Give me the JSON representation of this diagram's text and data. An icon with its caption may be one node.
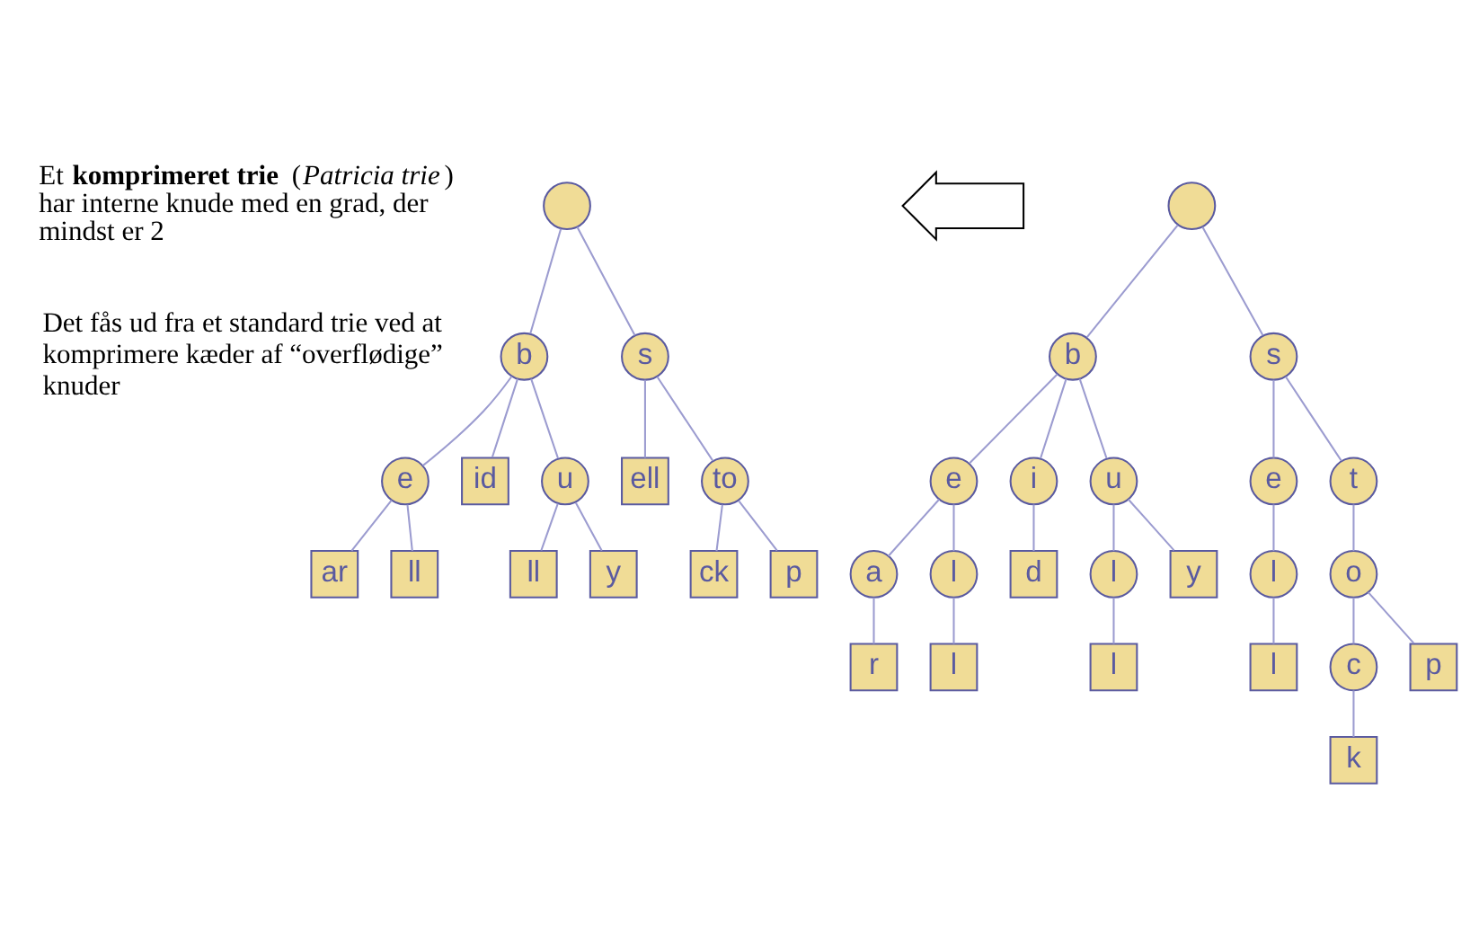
{
  "diagram": {
    "nodes": [
      {
        "text": [],
        "shape": "circle"
      },
      {
        "text": [
          "b"
        ]
      },
      {
        "text": [
          "s"
        ]
      },
      {
        "text": [
          "e"
        ]
      },
      {
        "text": [
          "id"
        ]
      },
      {
        "text": [
          "u"
        ]
      },
      {
        "text": [
          "ell"
        ]
      },
      {
        "text": [
          "to"
        ]
      },
      {
        "text": [
          "ar"
        ]
      },
      {
        "text": [
          "ll"
        ]
      },
      {
        "text": [
          "ll"
        ]
      },
      {
        "text": [
          "y"
        ]
      },
      {
        "text": [
          "ck"
        ]
      },
      {
        "text": [
          "p"
        ]
      },
      {
        "text": [],
        "shape": "circle"
      },
      {
        "text": [
          "b"
        ]
      },
      {
        "text": [
          "s"
        ]
      },
      {
        "text": [
          "e"
        ]
      },
      {
        "text": [
          "i"
        ]
      },
      {
        "text": [
          "u"
        ]
      },
      {
        "text": [
          "e"
        ]
      },
      {
        "text": [
          "t"
        ]
      },
      {
        "text": [
          "a"
        ]
      },
      {
        "text": [
          "l"
        ]
      },
      {
        "text": [
          "d"
        ]
      },
      {
        "text": [
          "l"
        ]
      },
      {
        "text": [
          "y"
        ]
      },
      {
        "text": [
          "l"
        ]
      },
      {
        "text": [
          "o"
        ]
      },
      {
        "text": [
          "r"
        ]
      },
      {
        "text": [
          "l"
        ]
      },
      {
        "text": [
          "l"
        ]
      },
      {
        "text": [
          "l"
        ]
      },
      {
        "text": [
          "c"
        ]
      },
      {
        "text": [
          "p"
        ]
      },
      {
        "text": [
          "k"
        ]
      },
      {
        "text": [],
        "shape": "arrow"
      }
    ],
    "edges": [
      {
        "from": 0,
        "to": 1,
        "arrow": "none"
      },
      {
        "from": 0,
        "to": 2,
        "arrow": "none"
      },
      {
        "from": 1,
        "to": 3,
        "arrow": "none"
      },
      {
        "from": 1,
        "to": 4,
        "arrow": "none"
      },
      {
        "from": 1,
        "to": 5,
        "arrow": "none"
      },
      {
        "from": 2,
        "to": 6,
        "arrow": "none"
      },
      {
        "from": 2,
        "to": 7,
        "arrow": "none"
      },
      {
        "from": 3,
        "to": 8,
        "arrow": "none"
      },
      {
        "from": 3,
        "to": 9,
        "arrow": "none"
      },
      {
        "from": 5,
        "to": 10,
        "arrow": "none"
      },
      {
        "from": 5,
        "to": 11,
        "arrow": "none"
      },
      {
        "from": 7,
        "to": 12,
        "arrow": "none"
      },
      {
        "from": 7,
        "to": 13,
        "arrow": "none"
      },
      {
        "from": 14,
        "to": 15,
        "arrow": "none"
      },
      {
        "from": 14,
        "to": 16,
        "arrow": "none"
      },
      {
        "from": 15,
        "to": 17,
        "arrow": "none"
      },
      {
        "from": 15,
        "to": 18,
        "arrow": "none"
      },
      {
        "from": 15,
        "to": 19,
        "arrow": "none"
      },
      {
        "from": 16,
        "to": 20,
        "arrow": "none"
      },
      {
        "from": 16,
        "to": 21,
        "arrow": "none"
      },
      {
        "from": 17,
        "to": 22,
        "arrow": "none"
      },
      {
        "from": 17,
        "to": 23,
        "arrow": "none"
      },
      {
        "from": 18,
        "to": 24,
        "arrow": "none"
      },
      {
        "from": 19,
        "to": 25,
        "arrow": "none"
      },
      {
        "from": 19,
        "to": 26,
        "arrow": "none"
      },
      {
        "from": 20,
        "to": 27,
        "arrow": "none"
      },
      {
        "from": 21,
        "to": 28,
        "arrow": "none"
      },
      {
        "from": 22,
        "to": 29,
        "arrow": "none"
      },
      {
        "from": 23,
        "to": 30,
        "arrow": "none"
      },
      {
        "from": 25,
        "to": 31,
        "arrow": "none"
      },
      {
        "from": 27,
        "to": 32,
        "arrow": "none"
      },
      {
        "from": 28,
        "to": 33,
        "arrow": "none"
      },
      {
        "from": 28,
        "to": 34,
        "arrow": "none"
      },
      {
        "from": 33,
        "to": 35,
        "arrow": "none"
      }
    ],
    "labels": [
      "Et **komprimeret trie** (*Patricia trie*) har interne knude med en grad, der mindst er 2",
      "Det fås ud fra et standard trie ved at komprimere kæder af “overflødige” knuder"
    ]
  }
}
